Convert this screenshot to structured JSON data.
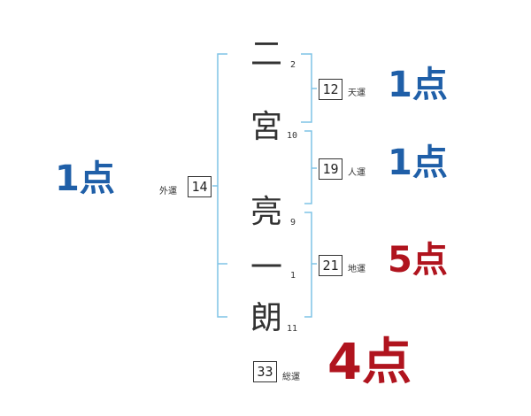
{
  "characters": [
    {
      "char": "二",
      "strokes": "2"
    },
    {
      "char": "宮",
      "strokes": "10"
    },
    {
      "char": "亮",
      "strokes": "9"
    },
    {
      "char": "一",
      "strokes": "1"
    },
    {
      "char": "朗",
      "strokes": "11"
    }
  ],
  "fortunes": {
    "tenkaku": {
      "value": "12",
      "label": "天運",
      "score": "1点"
    },
    "jinkaku": {
      "value": "19",
      "label": "人運",
      "score": "1点"
    },
    "chikaku": {
      "value": "21",
      "label": "地運",
      "score": "5点"
    },
    "gaikaku": {
      "value": "14",
      "label": "外運",
      "score": "1点"
    },
    "soukaku": {
      "value": "33",
      "label": "総運",
      "score": "4点"
    }
  },
  "colors": {
    "bracket": "#7fc3e6",
    "blue_score": "#1f5fa8",
    "red_score": "#b0141e"
  }
}
